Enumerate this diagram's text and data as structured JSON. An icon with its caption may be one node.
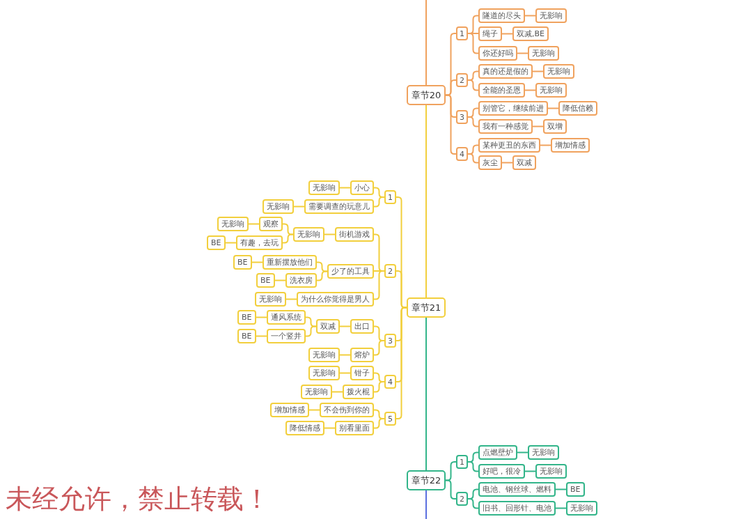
{
  "diagram": {
    "nodes": [
      {
        "text": [
          "章节20"
        ]
      },
      {
        "text": [
          "1"
        ]
      },
      {
        "text": [
          "隧道的尽头"
        ]
      },
      {
        "text": [
          "无影响"
        ]
      },
      {
        "text": [
          "绳子"
        ]
      },
      {
        "text": [
          "双减,BE"
        ]
      },
      {
        "text": [
          "你还好吗"
        ]
      },
      {
        "text": [
          "无影响"
        ]
      },
      {
        "text": [
          "2"
        ]
      },
      {
        "text": [
          "真的还是假的"
        ]
      },
      {
        "text": [
          "无影响"
        ]
      },
      {
        "text": [
          "全能的圣恩"
        ]
      },
      {
        "text": [
          "无影响"
        ]
      },
      {
        "text": [
          "3"
        ]
      },
      {
        "text": [
          "别管它，继续前进"
        ]
      },
      {
        "text": [
          "降低信赖"
        ]
      },
      {
        "text": [
          "我有一种感觉"
        ]
      },
      {
        "text": [
          "双增"
        ]
      },
      {
        "text": [
          "4"
        ]
      },
      {
        "text": [
          "某种更丑的东西"
        ]
      },
      {
        "text": [
          "增加情感"
        ]
      },
      {
        "text": [
          "灰尘"
        ]
      },
      {
        "text": [
          "双减"
        ]
      },
      {
        "text": [
          "章节21"
        ]
      },
      {
        "text": [
          "1"
        ]
      },
      {
        "text": [
          "小心"
        ]
      },
      {
        "text": [
          "无影响"
        ]
      },
      {
        "text": [
          "需要调查的玩意儿"
        ]
      },
      {
        "text": [
          "无影响"
        ]
      },
      {
        "text": [
          "2"
        ]
      },
      {
        "text": [
          "街机游戏"
        ]
      },
      {
        "text": [
          "无影响"
        ]
      },
      {
        "text": [
          "观察"
        ]
      },
      {
        "text": [
          "无影响"
        ]
      },
      {
        "text": [
          "有趣，去玩"
        ]
      },
      {
        "text": [
          "BE"
        ]
      },
      {
        "text": [
          "少了的工具"
        ]
      },
      {
        "text": [
          "重新摆放他们"
        ]
      },
      {
        "text": [
          "BE"
        ]
      },
      {
        "text": [
          "洗衣房"
        ]
      },
      {
        "text": [
          "BE"
        ]
      },
      {
        "text": [
          "为什么你觉得是男人"
        ]
      },
      {
        "text": [
          "无影响"
        ]
      },
      {
        "text": [
          "3"
        ]
      },
      {
        "text": [
          "出口"
        ]
      },
      {
        "text": [
          "双减"
        ]
      },
      {
        "text": [
          "通风系统"
        ]
      },
      {
        "text": [
          "BE"
        ]
      },
      {
        "text": [
          "一个竖井"
        ]
      },
      {
        "text": [
          "BE"
        ]
      },
      {
        "text": [
          "熔炉"
        ]
      },
      {
        "text": [
          "无影响"
        ]
      },
      {
        "text": [
          "4"
        ]
      },
      {
        "text": [
          "钳子"
        ]
      },
      {
        "text": [
          "无影响"
        ]
      },
      {
        "text": [
          "拨火棍"
        ]
      },
      {
        "text": [
          "无影响"
        ]
      },
      {
        "text": [
          "5"
        ]
      },
      {
        "text": [
          "不会伤到你的"
        ]
      },
      {
        "text": [
          "增加情感"
        ]
      },
      {
        "text": [
          "别看里面"
        ]
      },
      {
        "text": [
          "降低情感"
        ]
      },
      {
        "text": [
          "章节22"
        ]
      },
      {
        "text": [
          "1"
        ]
      },
      {
        "text": [
          "点燃壁炉"
        ]
      },
      {
        "text": [
          "无影响"
        ]
      },
      {
        "text": [
          "好吧，很冷"
        ]
      },
      {
        "text": [
          "无影响"
        ]
      },
      {
        "text": [
          "2"
        ]
      },
      {
        "text": [
          "电池、钢丝球、燃料"
        ]
      },
      {
        "text": [
          "BE"
        ]
      },
      {
        "text": [
          "旧书、回形针、电池"
        ]
      },
      {
        "text": [
          "无影响"
        ]
      }
    ],
    "edges": [
      {
        "from": null,
        "to": 0,
        "arrow": "none",
        "color": "#f0a25e"
      },
      {
        "from": 0,
        "to": 1,
        "arrow": "none",
        "color": "#f0a25e"
      },
      {
        "from": 1,
        "to": 2,
        "arrow": "none",
        "color": "#f0a25e"
      },
      {
        "from": 2,
        "to": 3,
        "arrow": "none",
        "color": "#f0a25e"
      },
      {
        "from": 1,
        "to": 4,
        "arrow": "none",
        "color": "#f0a25e"
      },
      {
        "from": 4,
        "to": 5,
        "arrow": "none",
        "color": "#f0a25e"
      },
      {
        "from": 1,
        "to": 6,
        "arrow": "none",
        "color": "#f0a25e"
      },
      {
        "from": 6,
        "to": 7,
        "arrow": "none",
        "color": "#f0a25e"
      },
      {
        "from": 0,
        "to": 8,
        "arrow": "none",
        "color": "#f0a25e"
      },
      {
        "from": 8,
        "to": 9,
        "arrow": "none",
        "color": "#f0a25e"
      },
      {
        "from": 9,
        "to": 10,
        "arrow": "none",
        "color": "#f0a25e"
      },
      {
        "from": 8,
        "to": 11,
        "arrow": "none",
        "color": "#f0a25e"
      },
      {
        "from": 11,
        "to": 12,
        "arrow": "none",
        "color": "#f0a25e"
      },
      {
        "from": 0,
        "to": 13,
        "arrow": "none",
        "color": "#f0a25e"
      },
      {
        "from": 13,
        "to": 14,
        "arrow": "none",
        "color": "#f0a25e"
      },
      {
        "from": 14,
        "to": 15,
        "arrow": "none",
        "color": "#f0a25e"
      },
      {
        "from": 13,
        "to": 16,
        "arrow": "none",
        "color": "#f0a25e"
      },
      {
        "from": 16,
        "to": 17,
        "arrow": "none",
        "color": "#f0a25e"
      },
      {
        "from": 0,
        "to": 18,
        "arrow": "none",
        "color": "#f0a25e"
      },
      {
        "from": 18,
        "to": 19,
        "arrow": "none",
        "color": "#f0a25e"
      },
      {
        "from": 19,
        "to": 20,
        "arrow": "none",
        "color": "#f0a25e"
      },
      {
        "from": 18,
        "to": 21,
        "arrow": "none",
        "color": "#f0a25e"
      },
      {
        "from": 21,
        "to": 22,
        "arrow": "none",
        "color": "#f0a25e"
      },
      {
        "from": 0,
        "to": 23,
        "arrow": "none"
      },
      {
        "from": 23,
        "to": 24,
        "arrow": "none"
      },
      {
        "from": 24,
        "to": 25,
        "arrow": "none"
      },
      {
        "from": 25,
        "to": 26,
        "arrow": "none"
      },
      {
        "from": 24,
        "to": 27,
        "arrow": "none"
      },
      {
        "from": 27,
        "to": 28,
        "arrow": "none"
      },
      {
        "from": 23,
        "to": 29,
        "arrow": "none"
      },
      {
        "from": 29,
        "to": 30,
        "arrow": "none"
      },
      {
        "from": 30,
        "to": 31,
        "arrow": "none"
      },
      {
        "from": 31,
        "to": 32,
        "arrow": "none"
      },
      {
        "from": 32,
        "to": 33,
        "arrow": "none"
      },
      {
        "from": 31,
        "to": 34,
        "arrow": "none"
      },
      {
        "from": 34,
        "to": 35,
        "arrow": "none"
      },
      {
        "from": 29,
        "to": 36,
        "arrow": "none"
      },
      {
        "from": 36,
        "to": 37,
        "arrow": "none"
      },
      {
        "from": 37,
        "to": 38,
        "arrow": "none"
      },
      {
        "from": 36,
        "to": 39,
        "arrow": "none"
      },
      {
        "from": 39,
        "to": 40,
        "arrow": "none"
      },
      {
        "from": 29,
        "to": 41,
        "arrow": "none"
      },
      {
        "from": 41,
        "to": 42,
        "arrow": "none"
      },
      {
        "from": 23,
        "to": 43,
        "arrow": "none"
      },
      {
        "from": 43,
        "to": 44,
        "arrow": "none"
      },
      {
        "from": 44,
        "to": 45,
        "arrow": "none"
      },
      {
        "from": 45,
        "to": 46,
        "arrow": "none"
      },
      {
        "from": 46,
        "to": 47,
        "arrow": "none"
      },
      {
        "from": 45,
        "to": 48,
        "arrow": "none"
      },
      {
        "from": 48,
        "to": 49,
        "arrow": "none"
      },
      {
        "from": 43,
        "to": 50,
        "arrow": "none"
      },
      {
        "from": 50,
        "to": 51,
        "arrow": "none"
      },
      {
        "from": 23,
        "to": 52,
        "arrow": "none"
      },
      {
        "from": 52,
        "to": 53,
        "arrow": "none"
      },
      {
        "from": 53,
        "to": 54,
        "arrow": "none"
      },
      {
        "from": 52,
        "to": 55,
        "arrow": "none"
      },
      {
        "from": 55,
        "to": 56,
        "arrow": "none"
      },
      {
        "from": 23,
        "to": 57,
        "arrow": "none"
      },
      {
        "from": 57,
        "to": 58,
        "arrow": "none"
      },
      {
        "from": 58,
        "to": 59,
        "arrow": "none"
      },
      {
        "from": 57,
        "to": 60,
        "arrow": "none"
      },
      {
        "from": 60,
        "to": 61,
        "arrow": "none"
      },
      {
        "from": 23,
        "to": 62,
        "arrow": "none",
        "color": "#33b58a"
      },
      {
        "from": 62,
        "to": 63,
        "arrow": "none",
        "color": "#33b58a"
      },
      {
        "from": 63,
        "to": 64,
        "arrow": "none",
        "color": "#33b58a"
      },
      {
        "from": 64,
        "to": 65,
        "arrow": "none",
        "color": "#33b58a"
      },
      {
        "from": 63,
        "to": 66,
        "arrow": "none",
        "color": "#33b58a"
      },
      {
        "from": 66,
        "to": 67,
        "arrow": "none",
        "color": "#33b58a"
      },
      {
        "from": 62,
        "to": 68,
        "arrow": "none",
        "color": "#33b58a"
      },
      {
        "from": 68,
        "to": 69,
        "arrow": "none",
        "color": "#33b58a"
      },
      {
        "from": 69,
        "to": 70,
        "arrow": "none",
        "color": "#33b58a"
      },
      {
        "from": 68,
        "to": 71,
        "arrow": "none",
        "color": "#33b58a"
      },
      {
        "from": 71,
        "to": 72,
        "arrow": "none",
        "color": "#33b58a"
      },
      {
        "from": 62,
        "to": null,
        "arrow": "none",
        "color": "#5b6fe0"
      }
    ],
    "labels": [
      "未经允许，禁止转载！"
    ]
  }
}
